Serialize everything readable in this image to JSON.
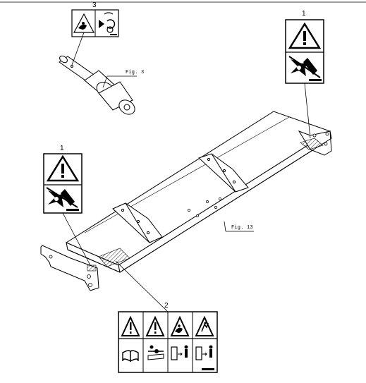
{
  "callouts": {
    "label_1_top": "1",
    "label_1_left": "1",
    "label_2": "2",
    "label_3": "3"
  },
  "figure_refs": {
    "fig3": "Fig. 3",
    "fig13": "Fig. 13"
  },
  "decals": {
    "decal_1": {
      "symbols": [
        "warning-triangle-icon",
        "rotating-fan-hand-hazard-icon"
      ]
    },
    "decal_2": {
      "symbols_top": [
        "warning-triangle-icon",
        "warning-triangle-icon",
        "entanglement-hazard-icon",
        "falling-hazard-icon"
      ],
      "symbols_bottom": [
        "read-manual-icon",
        "pto-shaft-icon",
        "keep-distance-person-icon",
        "keep-distance-person-icon"
      ]
    },
    "decal_3": {
      "symbols": [
        "entanglement-hazard-icon",
        "pto-rotation-icon"
      ]
    }
  }
}
